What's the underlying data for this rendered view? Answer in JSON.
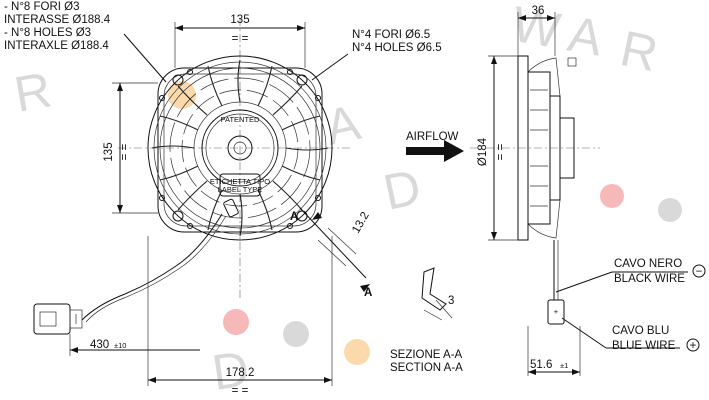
{
  "callouts": {
    "holes8_it": "- N°8 FORI Ø3",
    "interasse_it": "INTERASSE Ø188.4",
    "holes8_en": "- N°8 HOLES Ø3",
    "interaxle_en": "INTERAXLE Ø188.4",
    "holes4_it": "N°4 FORI Ø6.5",
    "holes4_en": "N°4 HOLES Ø6.5"
  },
  "dimensions": {
    "width_top": "135",
    "height_left": "135",
    "bottom_width": "178.2",
    "cable_length": "430",
    "cable_tol": "±10",
    "side_depth": "36",
    "side_width": "51.6",
    "side_tol": "±1",
    "diameter": "Ø184",
    "offset": "13.2",
    "section_dim": "3",
    "equal": "= ="
  },
  "labels": {
    "airflow": "AIRFLOW",
    "section_marker": "A",
    "section_a": "A",
    "section_it": "SEZIONE A-A",
    "section_en": "SECTION A-A",
    "black_it": "CAVO NERO",
    "black_en": "BLACK WIRE",
    "blue_it": "CAVO BLU",
    "blue_en": "BLUE WIRE",
    "minus": "−",
    "plus": "+",
    "patented": "PATENTED",
    "label_it": "ETICHETTA TIPO",
    "label_en": "LABEL TYPE"
  },
  "watermark": {
    "letters": [
      "R",
      "A",
      "D",
      "W",
      "A",
      "R",
      "D"
    ]
  },
  "colors": {
    "line": "#111111",
    "watermark_text": "#d9d9d9",
    "dot_red": "#f4a6a6",
    "dot_gray": "#d0d0d0",
    "dot_orange": "#f9cf95"
  }
}
